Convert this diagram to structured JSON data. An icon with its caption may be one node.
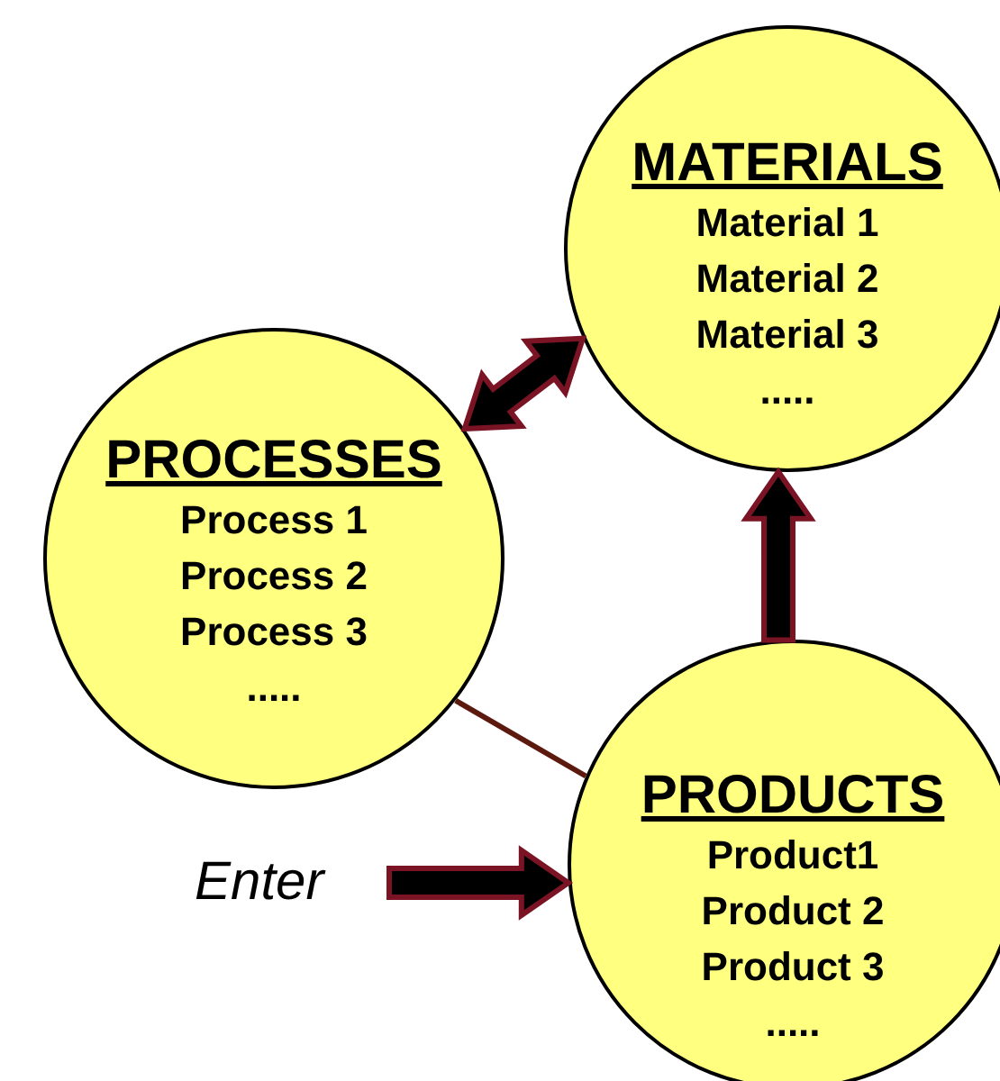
{
  "diagram": {
    "nodes": [
      {
        "text": [
          "MATERIALS",
          "Material 1",
          "Material 2",
          "Material 3",
          "....."
        ]
      },
      {
        "text": [
          "PROCESSES",
          "Process 1",
          "Process 2",
          "Process 3",
          "....."
        ]
      },
      {
        "text": [
          "PRODUCTS",
          "Product1",
          "Product 2",
          "Product 3",
          "....."
        ]
      },
      {
        "text": [
          "Enter"
        ]
      }
    ],
    "edges": [
      {
        "from": 1,
        "to": 0,
        "arrow": "both",
        "style": "thick"
      },
      {
        "from": 2,
        "to": 0,
        "arrow": "to",
        "style": "thick"
      },
      {
        "from": 1,
        "to": 2,
        "arrow": "none",
        "color": "#5c1a0f"
      },
      {
        "from": 3,
        "to": 2,
        "arrow": "to",
        "style": "thick"
      }
    ]
  }
}
